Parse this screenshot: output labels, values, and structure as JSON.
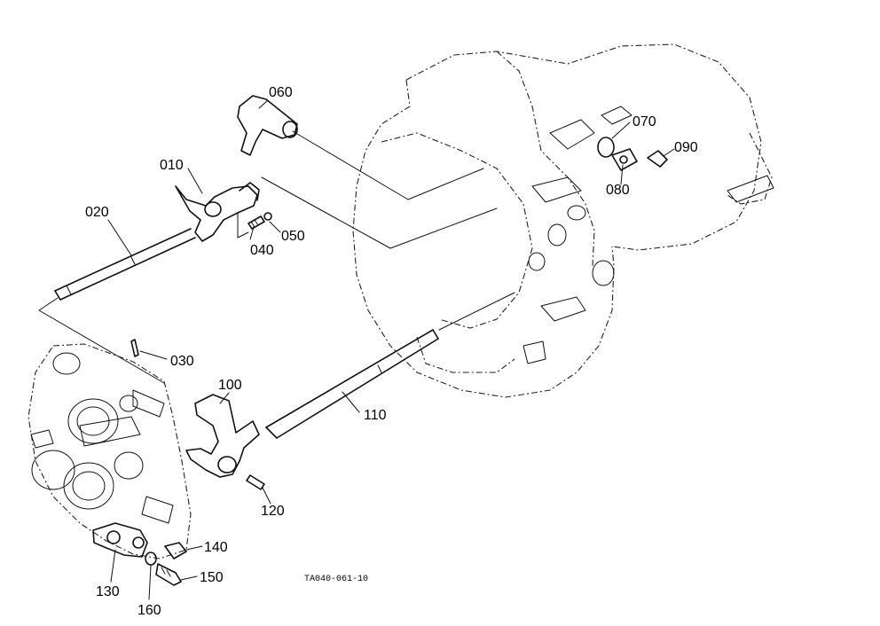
{
  "diagram": {
    "drawing_code": "TA040-061-10",
    "parts": [
      {
        "number": "010"
      },
      {
        "number": "020"
      },
      {
        "number": "030"
      },
      {
        "number": "040"
      },
      {
        "number": "050"
      },
      {
        "number": "060"
      },
      {
        "number": "070"
      },
      {
        "number": "080"
      },
      {
        "number": "090"
      },
      {
        "number": "100"
      },
      {
        "number": "110"
      },
      {
        "number": "120"
      },
      {
        "number": "130"
      },
      {
        "number": "140"
      },
      {
        "number": "150"
      },
      {
        "number": "160"
      }
    ]
  }
}
